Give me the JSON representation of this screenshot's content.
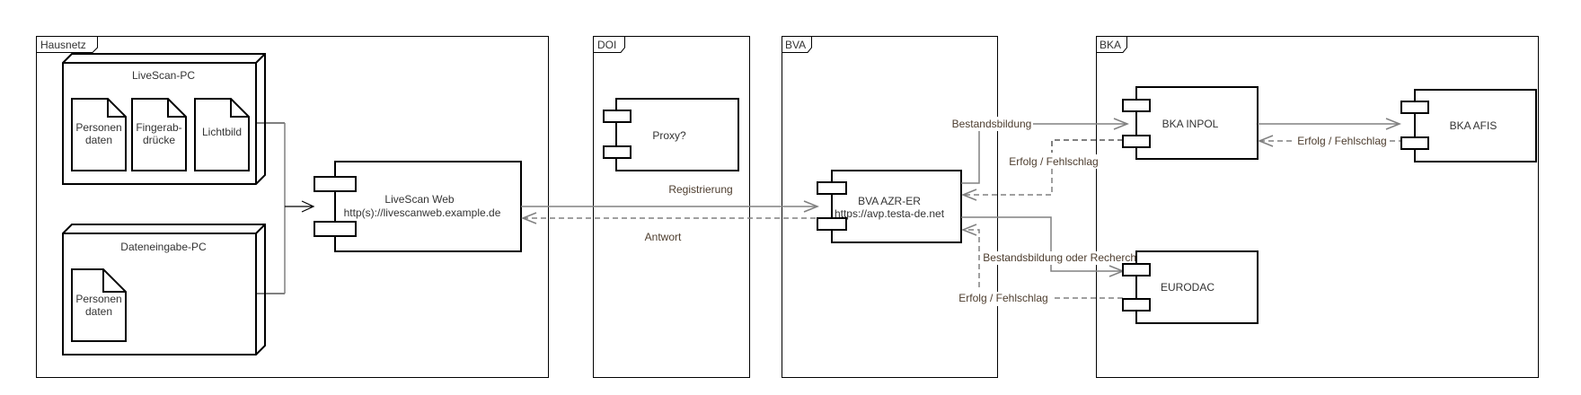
{
  "frames": {
    "hausnetz": "Hausnetz",
    "doi": "DOI",
    "bva": "BVA",
    "bka": "BKA"
  },
  "nodes": {
    "livescan_pc": "LiveScan-PC",
    "dateneingabe_pc": "Dateneingabe-PC"
  },
  "documents": {
    "personendaten_1": [
      "Personen",
      "daten"
    ],
    "fingerabdruecke": [
      "Fingerab-",
      "drücke"
    ],
    "lichtbild": [
      "Lichtbild"
    ],
    "personendaten_2": [
      "Personen",
      "daten"
    ]
  },
  "components": {
    "livescan_web": {
      "name": "LiveScan Web",
      "url": "http(s)://livescanweb.example.de"
    },
    "proxy": {
      "name": "Proxy?"
    },
    "bva_azr_er": {
      "name": "BVA AZR-ER",
      "url": "https://avp.testa-de.net"
    },
    "bka_inpol": {
      "name": "BKA INPOL"
    },
    "bka_afis": {
      "name": "BKA AFIS"
    },
    "eurodac": {
      "name": "EURODAC"
    }
  },
  "connectors": {
    "registrierung": "Registrierung",
    "antwort": "Antwort",
    "bestandsbildung": "Bestandsbildung",
    "erfolg_inpol": "Erfolg / Fehlschlag",
    "erfolg_afis": "Erfolg / Fehlschlag",
    "bestandsbildung_recherche": "Bestandsbildung oder Recherche",
    "erfolg_eurodac": "Erfolg / Fehlschlag"
  }
}
